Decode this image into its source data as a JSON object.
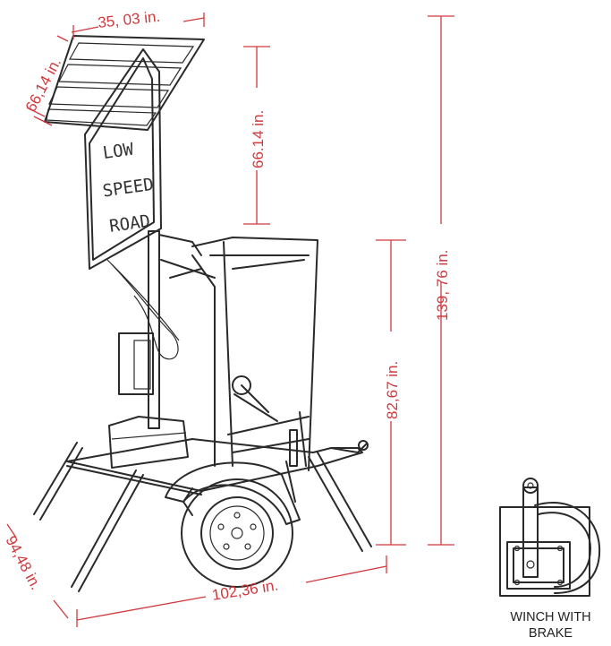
{
  "dimensions": {
    "panel_width": "35, 03 in.",
    "panel_height_left": "66,14 in.",
    "panel_height_mid": "66.14 in.",
    "total_height": "139, 76 in.",
    "frame_height": "82,67 in.",
    "width_front": "94,48 in.",
    "length": "102,36 in."
  },
  "sign_text": [
    "LOW",
    "SPEED",
    "ROAD"
  ],
  "winch_caption": [
    "WINCH WITH",
    "BRAKE"
  ],
  "colors": {
    "dimension": "#d0393e",
    "ink": "#2a2a2a",
    "background": "#ffffff"
  }
}
